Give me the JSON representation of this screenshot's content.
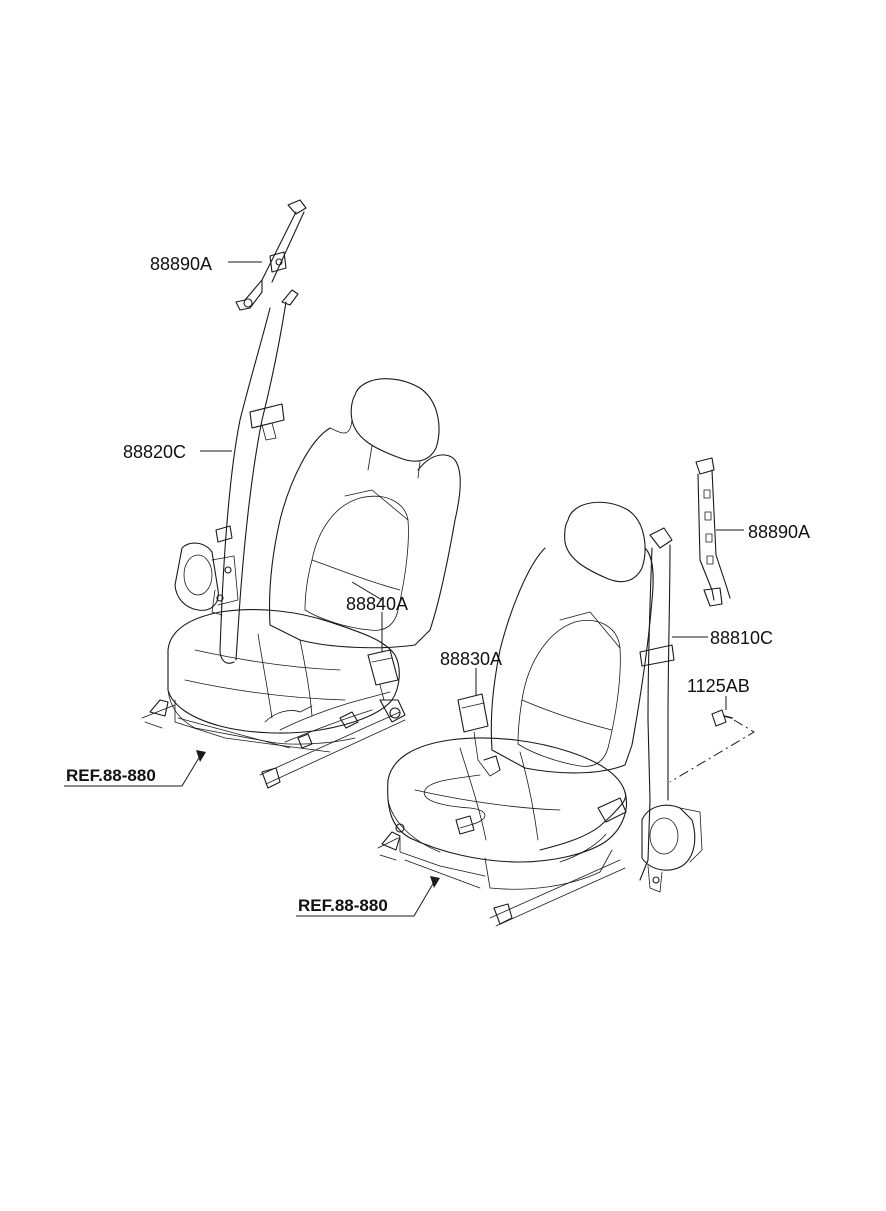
{
  "labels": {
    "upper_anchor_left": "88890A",
    "belt_assy_left": "88820C",
    "buckle_left": "88840A",
    "ref_left": "REF.88-880",
    "buckle_right": "88830A",
    "upper_anchor_right": "88890A",
    "belt_assy_right": "88810C",
    "bolt": "1125AB",
    "ref_right": "REF.88-880"
  },
  "colors": {
    "line": "#1a1a1a",
    "background": "#ffffff"
  }
}
